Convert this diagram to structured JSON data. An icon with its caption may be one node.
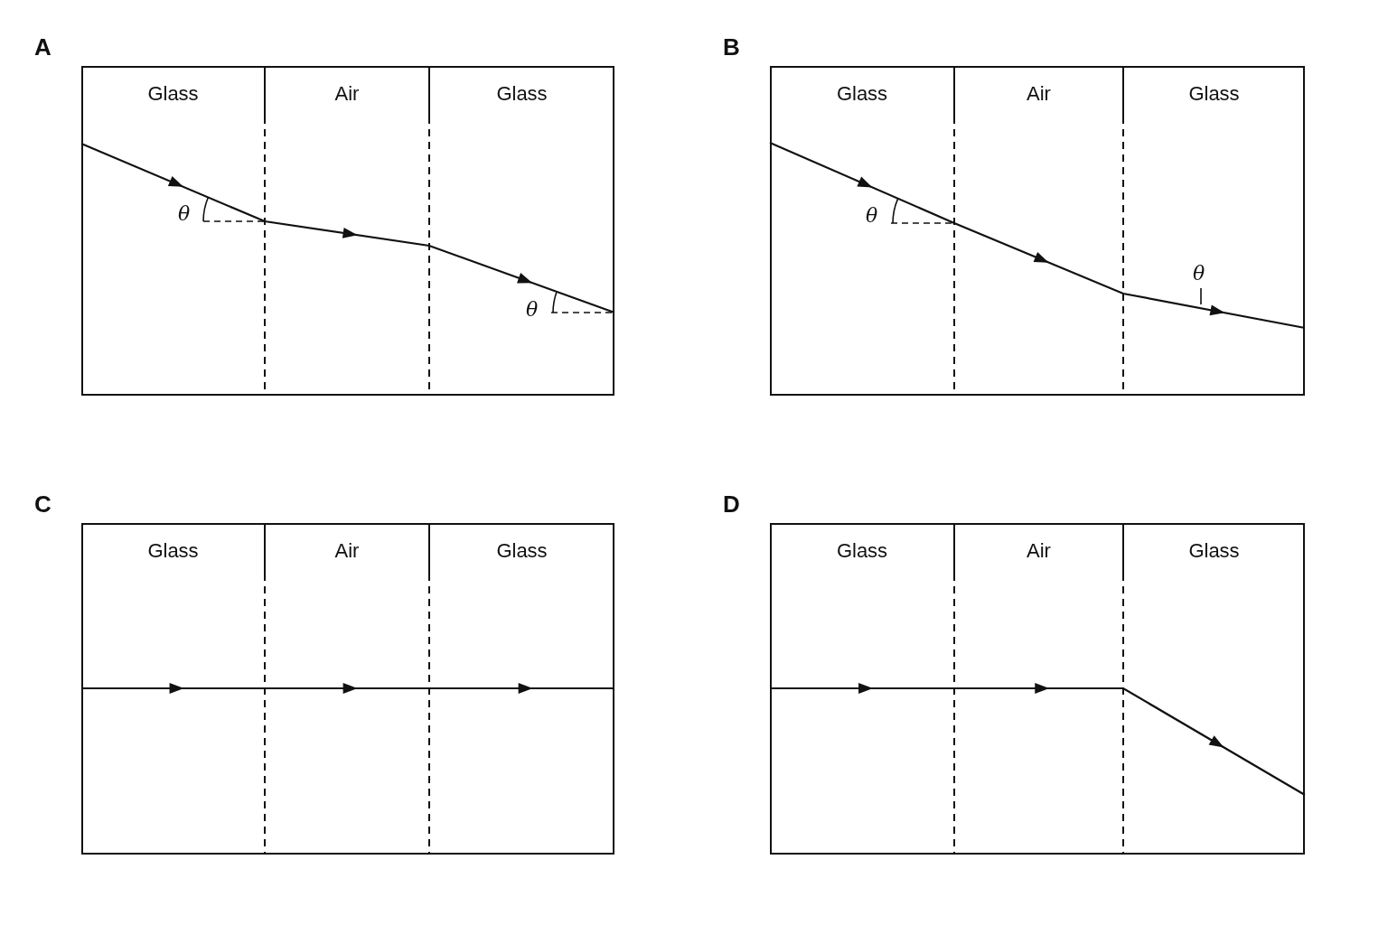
{
  "diagram": {
    "nodes": [
      {
        "text": [
          "A"
        ]
      },
      {
        "text": [
          "Glass"
        ],
        "in": 0
      },
      {
        "text": [
          "Air"
        ],
        "in": 0
      },
      {
        "text": [
          "Glass"
        ],
        "in": 0
      },
      {
        "text": [
          "B"
        ]
      },
      {
        "text": [
          "Glass"
        ],
        "in": 4
      },
      {
        "text": [
          "Air"
        ],
        "in": 4
      },
      {
        "text": [
          "Glass"
        ],
        "in": 4
      },
      {
        "text": [
          "C"
        ]
      },
      {
        "text": [
          "Glass"
        ],
        "in": 8
      },
      {
        "text": [
          "Air"
        ],
        "in": 8
      },
      {
        "text": [
          "Glass"
        ],
        "in": 8
      },
      {
        "text": [
          "D"
        ]
      },
      {
        "text": [
          "Glass"
        ],
        "in": 12
      },
      {
        "text": [
          "Air"
        ],
        "in": 12
      },
      {
        "text": [
          "Glass"
        ],
        "in": 12
      }
    ],
    "labels": [
      "θ",
      "θ",
      "θ",
      "θ"
    ]
  }
}
